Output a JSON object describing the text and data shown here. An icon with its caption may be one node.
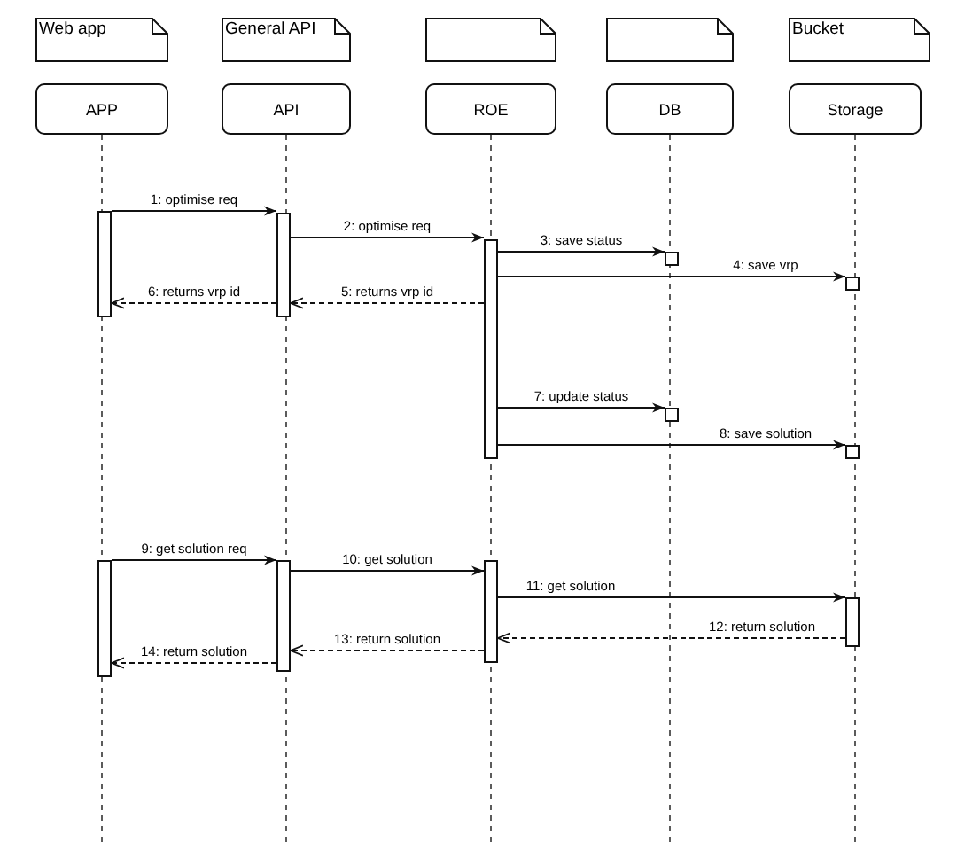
{
  "diagram": {
    "nodes": [
      {
        "text": [
          "Web app"
        ]
      },
      {
        "text": [
          "General API"
        ]
      },
      {
        "text": [],
        "shape": "box"
      },
      {
        "text": [],
        "shape": "box"
      },
      {
        "text": [
          "Bucket"
        ]
      },
      {
        "text": [
          "APP"
        ]
      },
      {
        "text": [
          "API"
        ]
      },
      {
        "text": [
          "ROE"
        ]
      },
      {
        "text": [
          "DB"
        ]
      },
      {
        "text": [
          "Storage"
        ]
      },
      {
        "text": [],
        "shape": "bar"
      },
      {
        "text": [],
        "shape": "bar"
      },
      {
        "text": [],
        "shape": "bar"
      },
      {
        "text": [],
        "shape": "bar"
      },
      {
        "text": [],
        "shape": "bar"
      },
      {
        "text": [],
        "shape": "bar"
      },
      {
        "text": [],
        "shape": "bar"
      },
      {
        "text": [],
        "shape": "bar"
      },
      {
        "text": [],
        "shape": "bar"
      },
      {
        "text": [],
        "shape": "bar"
      },
      {
        "text": [],
        "shape": "bar"
      }
    ],
    "edges": [
      {
        "from": 10,
        "to": 11,
        "arrow": "to",
        "label": "1: optimise req"
      },
      {
        "from": 11,
        "to": 12,
        "arrow": "to",
        "label": "2: optimise req"
      },
      {
        "from": 12,
        "to": 13,
        "arrow": "to",
        "label": "3: save status"
      },
      {
        "from": 12,
        "to": 14,
        "arrow": "to",
        "label": "4: save vrp"
      },
      {
        "from": 12,
        "to": 11,
        "arrow": "to",
        "label": "5: returns vrp id",
        "style": "dashed"
      },
      {
        "from": 11,
        "to": 10,
        "arrow": "to",
        "label": "6: returns vrp id",
        "style": "dashed"
      },
      {
        "from": 12,
        "to": 15,
        "arrow": "to",
        "label": "7: update status"
      },
      {
        "from": 12,
        "to": 16,
        "arrow": "to",
        "label": "8: save solution"
      },
      {
        "from": 17,
        "to": 18,
        "arrow": "to",
        "label": "9: get solution req"
      },
      {
        "from": 18,
        "to": 19,
        "arrow": "to",
        "label": "10: get solution"
      },
      {
        "from": 19,
        "to": 20,
        "arrow": "to",
        "label": "11: get solution"
      },
      {
        "from": 20,
        "to": 19,
        "arrow": "to",
        "label": "12: return solution",
        "style": "dashed"
      },
      {
        "from": 19,
        "to": 18,
        "arrow": "to",
        "label": "13: return solution",
        "style": "dashed"
      },
      {
        "from": 18,
        "to": 17,
        "arrow": "to",
        "label": "14: return solution",
        "style": "dashed"
      }
    ]
  }
}
